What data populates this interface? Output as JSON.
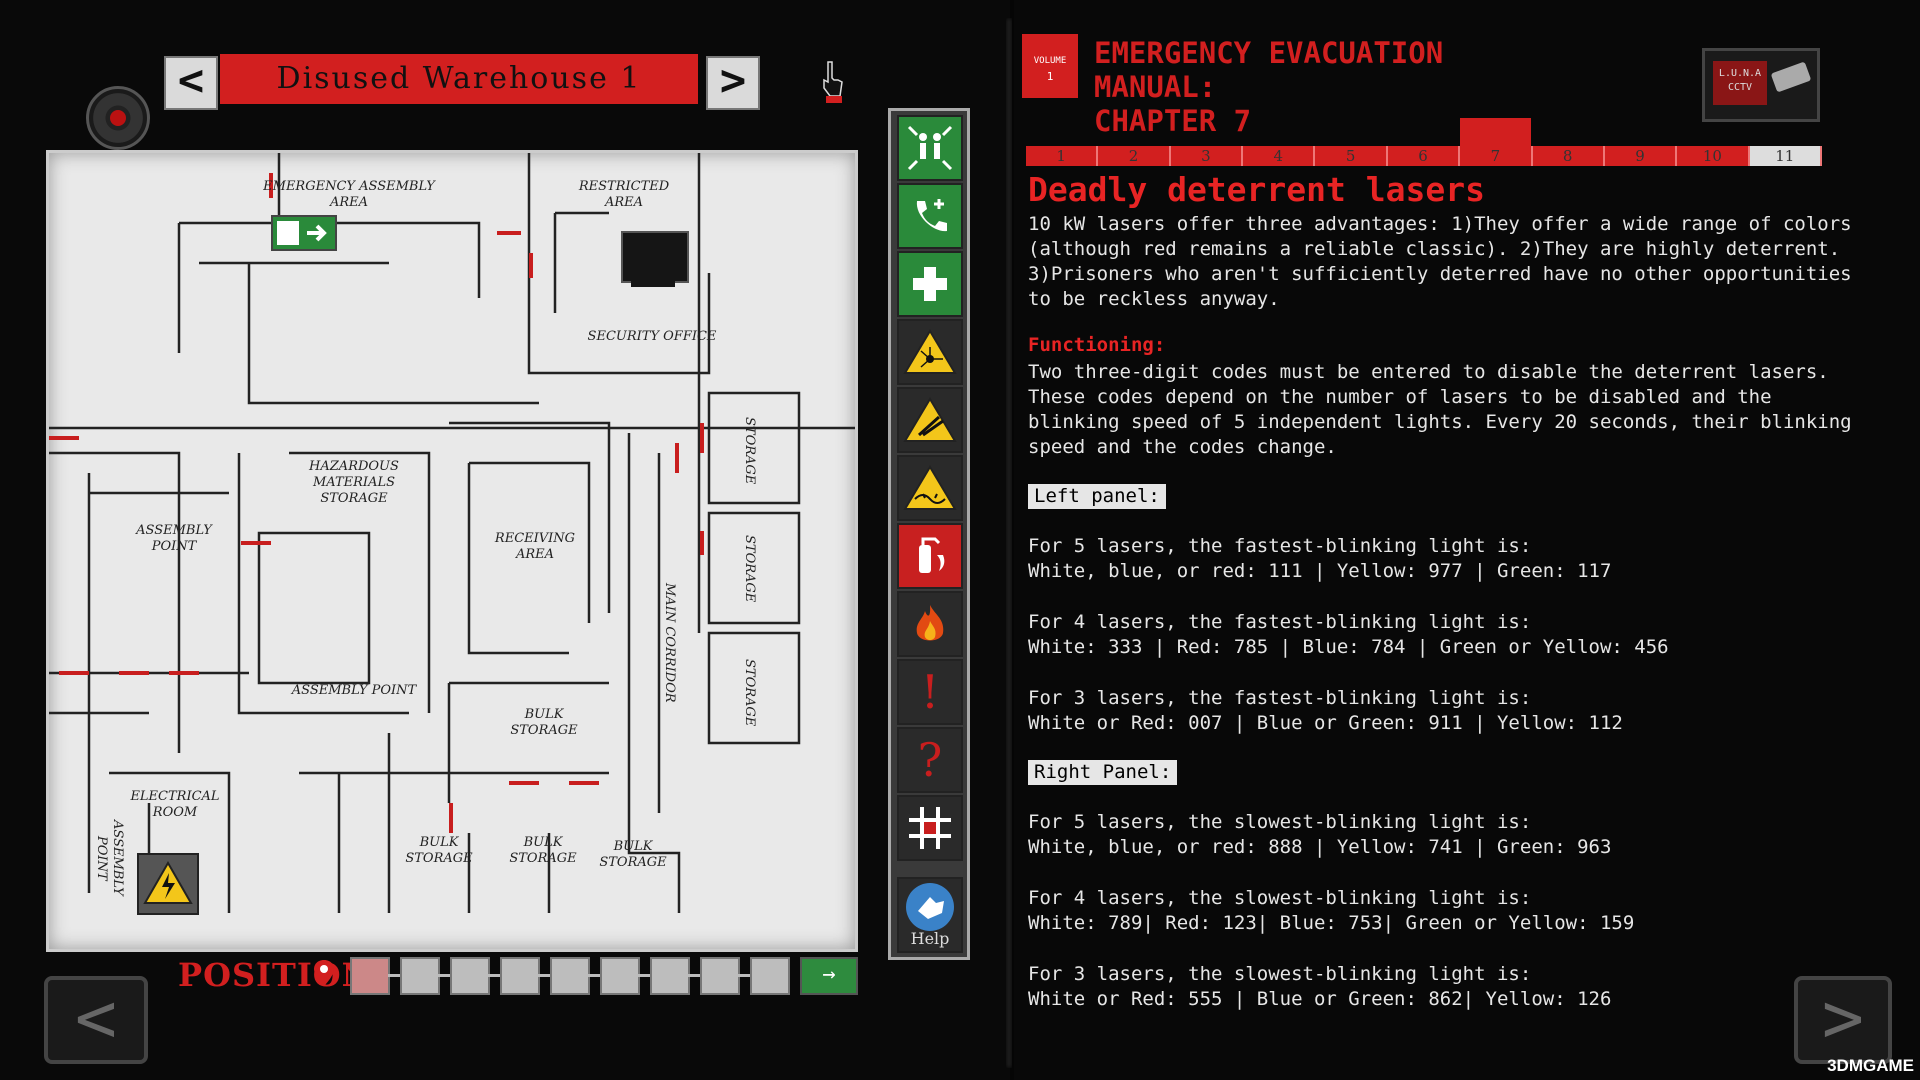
{
  "header": {
    "prev_label": "<",
    "next_label": ">",
    "location": "Disused Warehouse 1"
  },
  "map": {
    "rooms": {
      "emergency_assembly": "Emergency\nAssembly Area",
      "restricted": "Restricted\nArea",
      "security_office": "Security Office",
      "hazardous": "Hazardous\nMaterials\nStorage",
      "assembly_point_1": "Assembly\nPoint",
      "receiving": "Receiving\nArea",
      "main_corridor": "Main Corridor",
      "storage_1": "Storage",
      "storage_2": "Storage",
      "storage_3": "Storage",
      "assembly_point_2": "Assembly Point",
      "bulk_storage_1": "Bulk\nStorage",
      "electrical": "Electrical\nRoom",
      "assembly_point_3": "Assembly\nPoint",
      "bulk_storage_2": "Bulk\nStorage",
      "bulk_storage_3": "Bulk\nStorage",
      "bulk_storage_4": "Bulk\nStorage"
    }
  },
  "position": {
    "label": "POSITION",
    "current": 1,
    "total": 9
  },
  "bottom_nav": {
    "left": "<",
    "right": ">"
  },
  "sidebar": {
    "help_label": "Help",
    "exclaim": "!",
    "question": "?"
  },
  "manual": {
    "volume_label": "VOLUME",
    "volume_number": "1",
    "title_line1": "EMERGENCY EVACUATION MANUAL:",
    "title_line2": "CHAPTER 7",
    "cctv_label": "L.U.N.A\nCCTV",
    "chapters": [
      "1",
      "2",
      "3",
      "4",
      "5",
      "6",
      "7",
      "8",
      "9",
      "10",
      "11"
    ],
    "active_chapter": 7,
    "section_title": "Deadly deterrent lasers",
    "intro": "10 kW lasers offer three advantages: 1)They offer a wide range of colors\n(although red remains a reliable classic). 2)They are highly deterrent.\n3)Prisoners who aren't sufficiently deterred have no other opportunities\nto be reckless anyway.",
    "functioning_title": "Functioning:",
    "functioning_text": "Two three-digit codes must be entered to disable the deterrent lasers.\nThese codes depend on the number of lasers to be disabled and the\nblinking speed of 5 independent lights. Every 20 seconds, their blinking\nspeed and the codes change.",
    "left_panel_label": "Left panel:",
    "left_panel": [
      {
        "head": "For 5 lasers, the fastest-blinking light is:",
        "codes": "White, blue, or red: 111 | Yellow: 977 | Green: 117"
      },
      {
        "head": "For 4 lasers, the fastest-blinking light is:",
        "codes": "White: 333 | Red: 785 | Blue: 784 | Green or Yellow: 456"
      },
      {
        "head": "For 3 lasers, the fastest-blinking light is:",
        "codes": "White or Red: 007 | Blue or Green: 911 | Yellow: 112"
      }
    ],
    "right_panel_label": "Right Panel:",
    "right_panel": [
      {
        "head": "For 5 lasers, the slowest-blinking light is:",
        "codes": "White, blue, or red: 888 | Yellow: 741 | Green: 963"
      },
      {
        "head": "For 4 lasers, the slowest-blinking light is:",
        "codes": "White: 789| Red: 123| Blue: 753| Green or Yellow: 159"
      },
      {
        "head": "For 3 lasers, the slowest-blinking light is:",
        "codes": "White or Red: 555 | Blue or Green: 862| Yellow: 126"
      }
    ]
  },
  "watermark": "3DMGAME",
  "colors": {
    "accent_red": "#d21f1f",
    "exit_green": "#2a8a3a",
    "warning_yellow": "#f3c61a",
    "help_blue": "#3a82c8"
  }
}
